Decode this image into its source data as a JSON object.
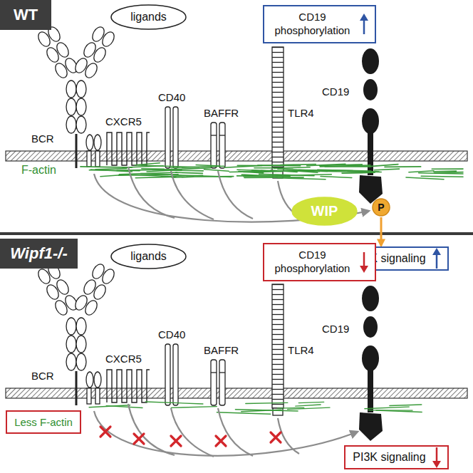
{
  "diagram": {
    "nodes": [
      {
        "text": [
          "WT"
        ]
      },
      {
        "text": [
          "ligands"
        ]
      },
      {
        "text": [
          "CD19 phosphorylation"
        ]
      },
      {
        "text": [
          "WIP"
        ]
      },
      {
        "text": [
          "P"
        ]
      },
      {
        "text": [
          "PI3K signaling"
        ]
      },
      {
        "text": [
          "Wipf1-/-"
        ]
      },
      {
        "text": [
          "ligands"
        ]
      },
      {
        "text": [
          "CD19 phosphorylation"
        ]
      },
      {
        "text": [
          "Less F-actin"
        ]
      },
      {
        "text": [
          "PI3K signaling"
        ]
      }
    ],
    "edges": [
      {
        "from": 4,
        "to": 5,
        "arrow": "to"
      }
    ],
    "labels": [
      "BCR",
      "CXCR5",
      "CD40",
      "BAFFR",
      "TLR4",
      "CD19",
      "F-actin",
      "BCR",
      "CXCR5",
      "CD40",
      "BAFFR",
      "TLR4",
      "CD19"
    ]
  }
}
